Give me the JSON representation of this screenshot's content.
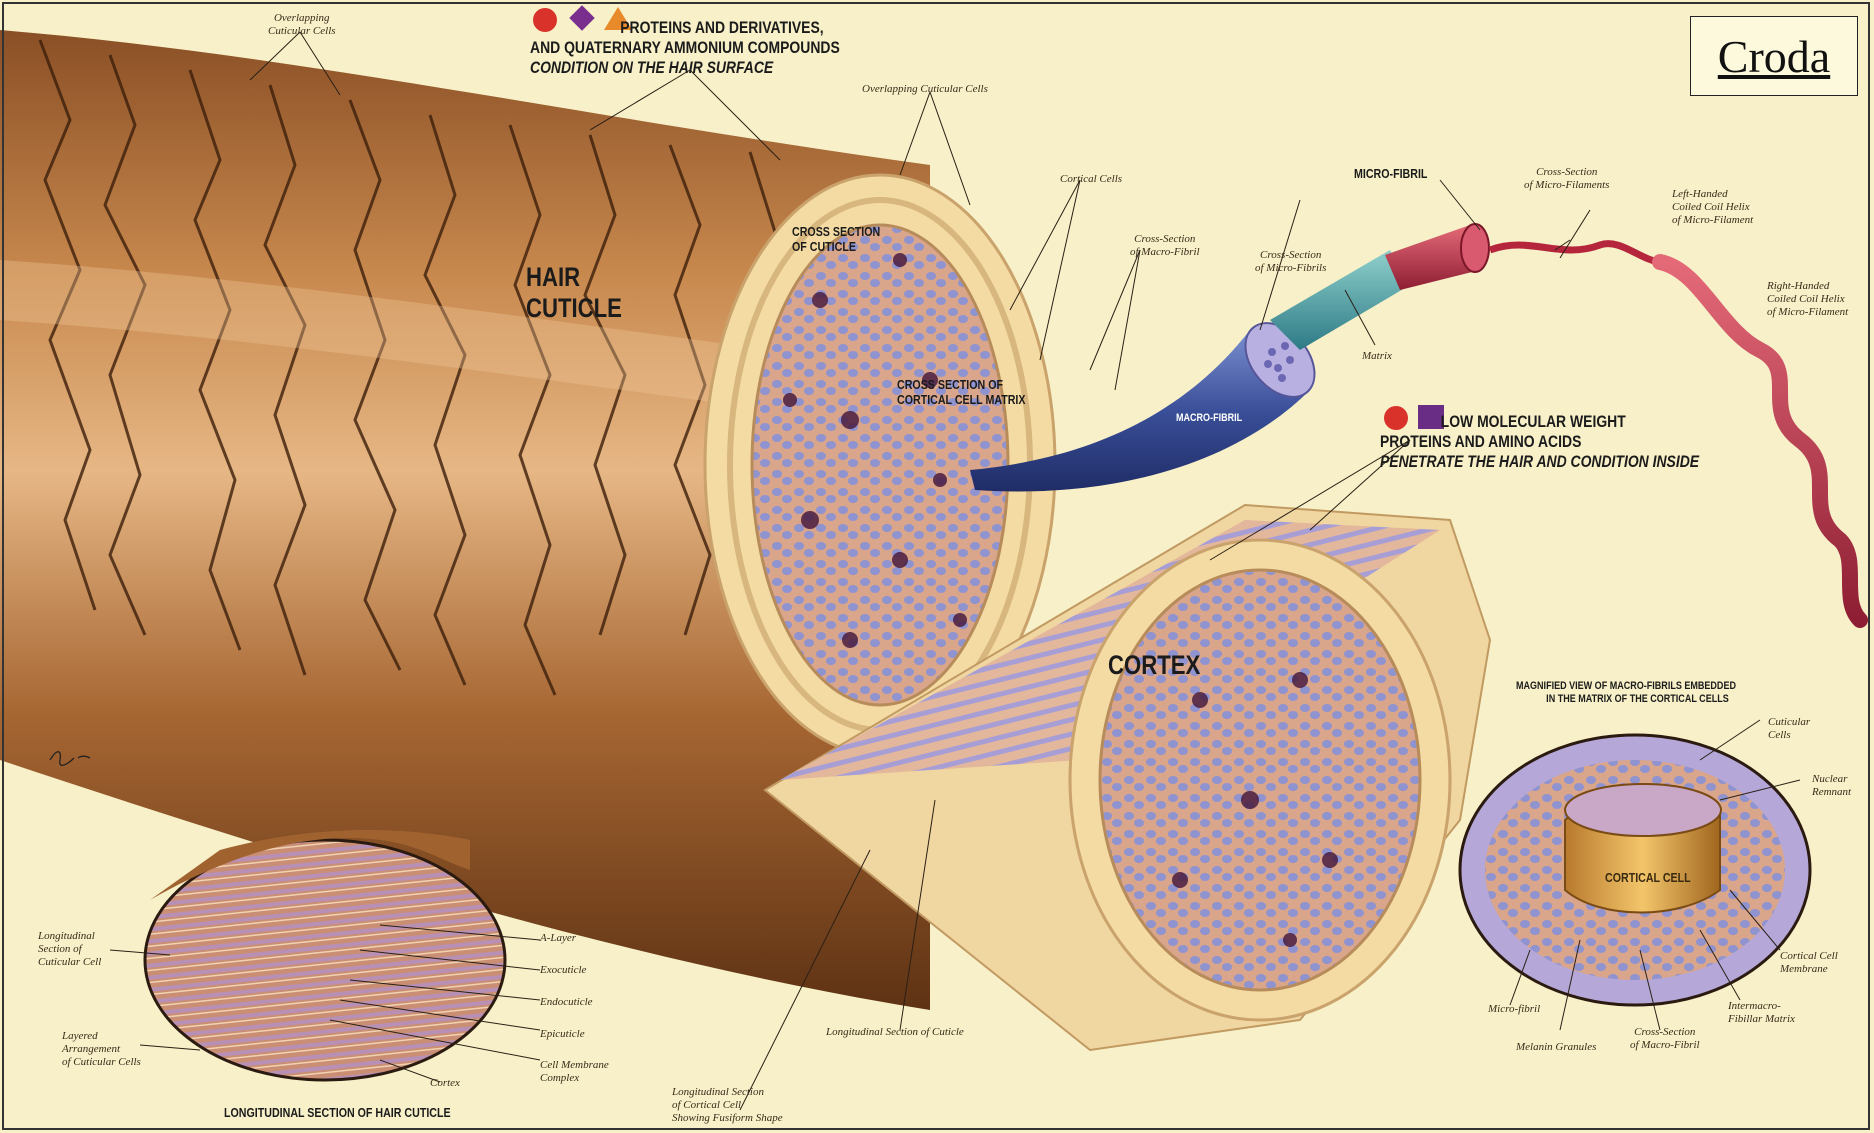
{
  "brand": "Croda",
  "headings": {
    "hair_cuticle": [
      "HAIR",
      "CUTICLE"
    ],
    "cortex": "CORTEX",
    "cortical_cell": "CORTICAL CELL",
    "cross_section_cuticle": [
      "CROSS SECTION",
      "OF CUTICLE"
    ],
    "cross_section_matrix": [
      "CROSS SECTION OF",
      "CORTICAL CELL MATRIX"
    ],
    "macro_fibril": "MACRO-FIBRIL",
    "micro_fibril": "MICRO-FIBRIL",
    "longitudinal_section": "LONGITUDINAL SECTION OF HAIR CUTICLE",
    "magnified_view": [
      "MAGNIFIED VIEW OF MACRO-FIBRILS EMBEDDED",
      "IN THE MATRIX OF THE CORTICAL CELLS"
    ]
  },
  "callouts": {
    "proteins": {
      "line1": "PROTEINS AND DERIVATIVES,",
      "line2": "AND QUATERNARY AMMONIUM COMPOUNDS",
      "line3": "CONDITION ON THE HAIR SURFACE",
      "symbols": [
        "red-circle",
        "purple-diamond",
        "orange-triangle"
      ]
    },
    "low_molecular": {
      "line1": "LOW MOLECULAR WEIGHT",
      "line2": "PROTEINS AND AMINO ACIDS",
      "line3": "PENETRATE THE HAIR AND CONDITION INSIDE",
      "symbols": [
        "red-circle",
        "purple-square"
      ]
    }
  },
  "labels": {
    "overlapping_top": [
      "Overlapping",
      "Cuticular Cells"
    ],
    "overlapping_mid": "Overlapping Cuticular Cells",
    "cortical_cells": "Cortical Cells",
    "cross_section_macro_fibril": [
      "Cross-Section",
      "of Macro-Fibril"
    ],
    "cross_section_micro_fibrils": [
      "Cross-Section",
      "of Micro-Fibrils"
    ],
    "cross_section_micro_filaments": [
      "Cross-Section",
      "of Micro-Filaments"
    ],
    "left_handed": [
      "Left-Handed",
      "Coiled Coil Helix",
      "of Micro-Filament"
    ],
    "right_handed": [
      "Right-Handed",
      "Coiled Coil Helix",
      "of Micro-Filament"
    ],
    "matrix": "Matrix",
    "a_layer": "A-Layer",
    "exocuticle": "Exocuticle",
    "endocuticle": "Endocuticle",
    "epicuticle": "Epicuticle",
    "cell_membrane_complex": [
      "Cell Membrane",
      "Complex"
    ],
    "cortex_small": "Cortex",
    "longitudinal_section_cuticular_cell": [
      "Longitudinal",
      "Section of",
      "Cuticular Cell"
    ],
    "layered_arrangement": [
      "Layered",
      "Arrangement",
      "of Cuticular Cells"
    ],
    "longitudinal_cortical_cell": [
      "Longitudinal Section",
      "of Cortical Cell",
      "Showing Fusiform Shape"
    ],
    "longitudinal_cuticle": "Longitudinal Section of Cuticle",
    "cuticular_cells": [
      "Cuticular",
      "Cells"
    ],
    "nuclear_remnant": [
      "Nuclear",
      "Remnant"
    ],
    "cortical_cell_membrane": [
      "Cortical Cell",
      "Membrane"
    ],
    "intermacro": [
      "Intermacro-",
      "Fibillar Matrix"
    ],
    "cross_section_macro_fibril_2": [
      "Cross-Section",
      "of Macro-Fibril"
    ],
    "micro_fibril_small": "Micro-fibril",
    "melanin_granules": "Melanin Granules"
  },
  "colors": {
    "background": "#f7f0c8",
    "cuticle": "#a9693a",
    "cortex_fill": "#e8b899",
    "macro_fibril": "#9aa2d8",
    "blue_tube": "#3f56a0",
    "red_fiber": "#cc3344",
    "red_symbol": "#d9322b",
    "purple_symbol": "#7a2f8f",
    "orange_symbol": "#e88a2a"
  },
  "icons": [
    "signature-mark"
  ]
}
